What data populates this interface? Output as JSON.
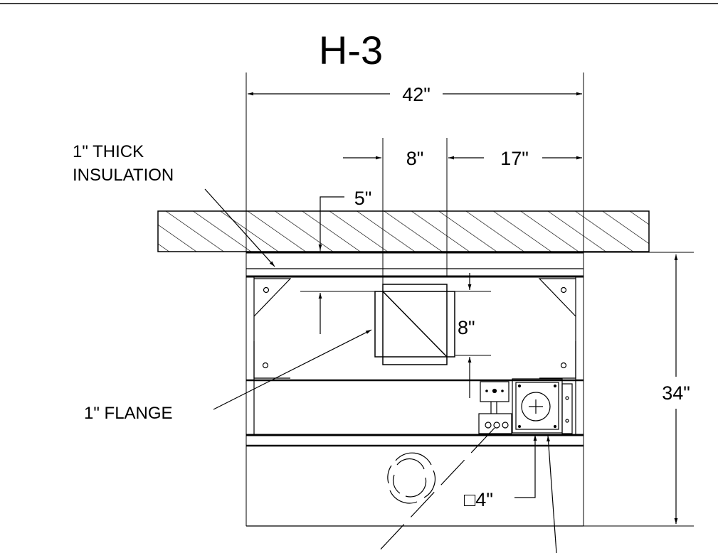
{
  "title": "H-3",
  "dimensions": {
    "overall_width": "42\"",
    "opening_width": "8\"",
    "right_offset": "17\"",
    "left_offset": "5\"",
    "opening_height": "8\"",
    "overall_height": "34\"",
    "box_size": "□4\""
  },
  "callouts": {
    "insulation_line1": "1\" THICK",
    "insulation_line2": "INSULATION",
    "flange": "1\" FLANGE"
  },
  "colors": {
    "line": "#000000",
    "background": "#ffffff"
  }
}
